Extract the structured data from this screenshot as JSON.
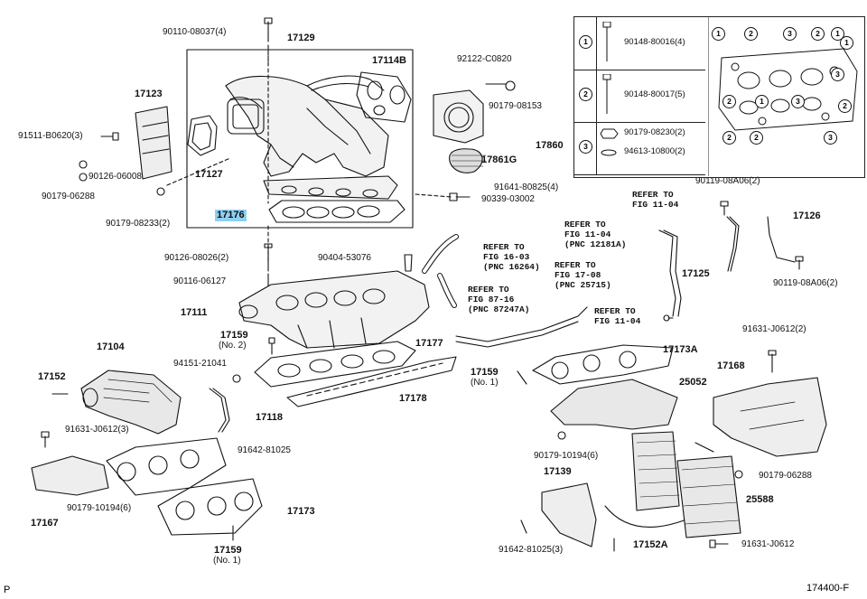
{
  "diagram": {
    "figure_id": "174400-F",
    "corner_mark": "P",
    "highlight_color": "#8fd0ef",
    "parts": {
      "p90110_08037": "90110-08037(4)",
      "p17129": "17129",
      "p17114B": "17114B",
      "p17123": "17123",
      "p91511": "91511-B0620(3)",
      "p90126_06008": "90126-06008",
      "p90179_06288a": "90179-06288",
      "p17127": "17127",
      "p90179_08233": "90179-08233(2)",
      "p17176": "17176",
      "p92122": "92122-C0820",
      "p90179_08153": "90179-08153",
      "p17860": "17860",
      "p17861G": "17861G",
      "p91641_80825": "91641-80825(4)",
      "p90339": "90339-03002",
      "p90126_08026": "90126-08026(2)",
      "p90404": "90404-53076",
      "p90116": "90116-06127",
      "p17111": "17111",
      "p17159a": "17159",
      "p17159a_note": "(No. 2)",
      "p17177": "17177",
      "p17104": "17104",
      "p94151": "94151-21041",
      "p17152a": "17152",
      "p17118": "17118",
      "p17178": "17178",
      "p91631_j0612_3": "91631-J0612(3)",
      "p91642_81025a": "91642-81025",
      "p90179_10194a": "90179-10194(6)",
      "p17173": "17173",
      "p17167": "17167",
      "p17159c": "17159",
      "p17159c_note": "(No. 1)",
      "p17159b": "17159",
      "p17159b_note": "(No. 1)",
      "p90119_08a06a": "90119-08A06(2)",
      "p17126": "17126",
      "p17125": "17125",
      "p90119_08a06b": "90119-08A06(2)",
      "p91631_j0612_2": "91631-J0612(2)",
      "p17173A": "17173A",
      "p17168": "17168",
      "p25052": "25052",
      "p90179_10194b": "90179-10194(6)",
      "p17139": "17139",
      "p90179_06288b": "90179-06288",
      "p25588": "25588",
      "p91642_81025b": "91642-81025(3)",
      "p17152A": "17152A",
      "p91631_j0612": "91631-J0612"
    },
    "refer": {
      "r1": "REFER TO\nFIG 11-04",
      "r2": "REFER TO\nFIG 11-04\n(PNC 12181A)",
      "r3": "REFER TO\nFIG 16-03\n(PNC 16264)",
      "r4": "REFER TO\nFIG 17-08\n(PNC 25715)",
      "r5": "REFER TO\nFIG 87-16\n(PNC 87247A)",
      "r6": "REFER TO\nFIG 11-04"
    },
    "legend": [
      {
        "num": "1",
        "part": "90148-80016(4)"
      },
      {
        "num": "2",
        "part": "90148-80017(5)"
      },
      {
        "num": "3",
        "part": "90179-08230(2)",
        "part2": "94613-10800(2)"
      }
    ],
    "gasket_circles": [
      "1",
      "2",
      "3",
      "2",
      "1",
      "2",
      "1",
      "3",
      "3",
      "2",
      "1",
      "2",
      "2",
      "3"
    ]
  }
}
